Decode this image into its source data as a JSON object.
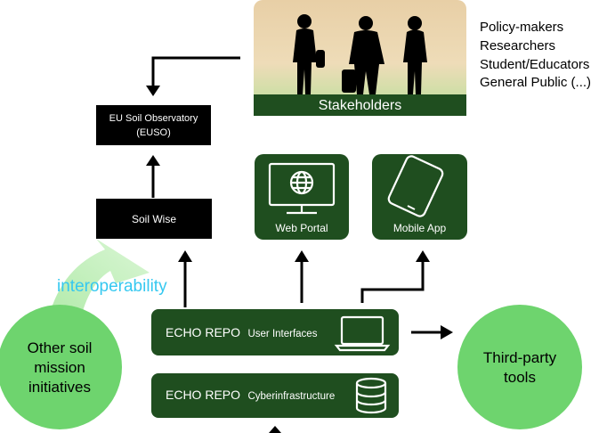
{
  "colors": {
    "dark_green": "#1f4e1f",
    "bright_green": "#6ed46e",
    "pale_green": "#c8f0c0",
    "interop_blue": "#35c8f0",
    "black": "#000000",
    "white": "#ffffff"
  },
  "stakeholders": {
    "banner_label": "Stakeholders",
    "groups": [
      "Policy-makers",
      "Researchers",
      "Student/Educators",
      "General Public (...)"
    ]
  },
  "euso": {
    "line1": "EU Soil Observatory",
    "line2": "(EUSO)"
  },
  "soil_wise": {
    "label": "Soil Wise"
  },
  "web_portal": {
    "label": "Web Portal",
    "icon": "globe-monitor-icon"
  },
  "mobile_app": {
    "label": "Mobile App",
    "icon": "smartphone-icon"
  },
  "interoperability": {
    "label": "interoperability"
  },
  "echo_ui": {
    "prefix": "ECHO REPO",
    "suffix": "User Interfaces",
    "icon": "laptop-icon"
  },
  "echo_cyber": {
    "prefix": "ECHO REPO",
    "suffix": "Cyberinfrastructure",
    "icon": "database-icon"
  },
  "other_initiatives": {
    "line1": "Other soil",
    "line2": "mission",
    "line3": "initiatives"
  },
  "third_party": {
    "line1": "Third-party",
    "line2": "tools"
  }
}
